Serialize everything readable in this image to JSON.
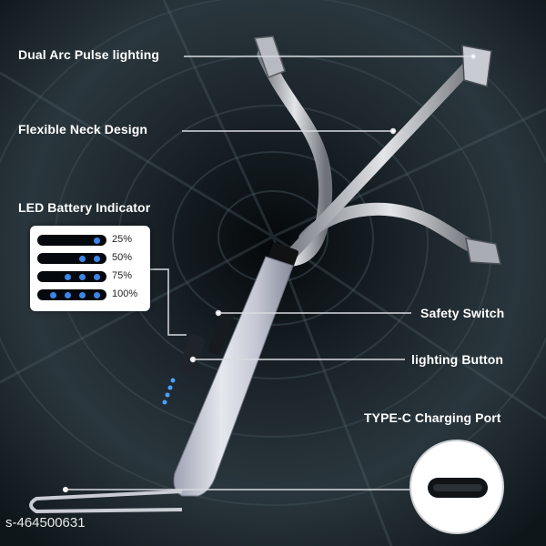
{
  "labels": {
    "dual_arc": "Dual Arc Pulse lighting",
    "flexible_neck": "Flexible Neck Design",
    "led_indicator": "LED Battery Indicator",
    "safety_switch": "Safety Switch",
    "lighting_button": "lighting Button",
    "charging_port": "TYPE-C Charging Port"
  },
  "battery_levels": [
    {
      "label": "25%",
      "level": 0.25
    },
    {
      "label": "50%",
      "level": 0.5
    },
    {
      "label": "75%",
      "level": 0.75
    },
    {
      "label": "100%",
      "level": 1.0
    }
  ],
  "watermark": "s-464500631",
  "colors": {
    "background": "#0d1418",
    "led_blue": "#3a86e8",
    "label_text": "#ffffff",
    "body_silver": "#c9ccd6"
  }
}
